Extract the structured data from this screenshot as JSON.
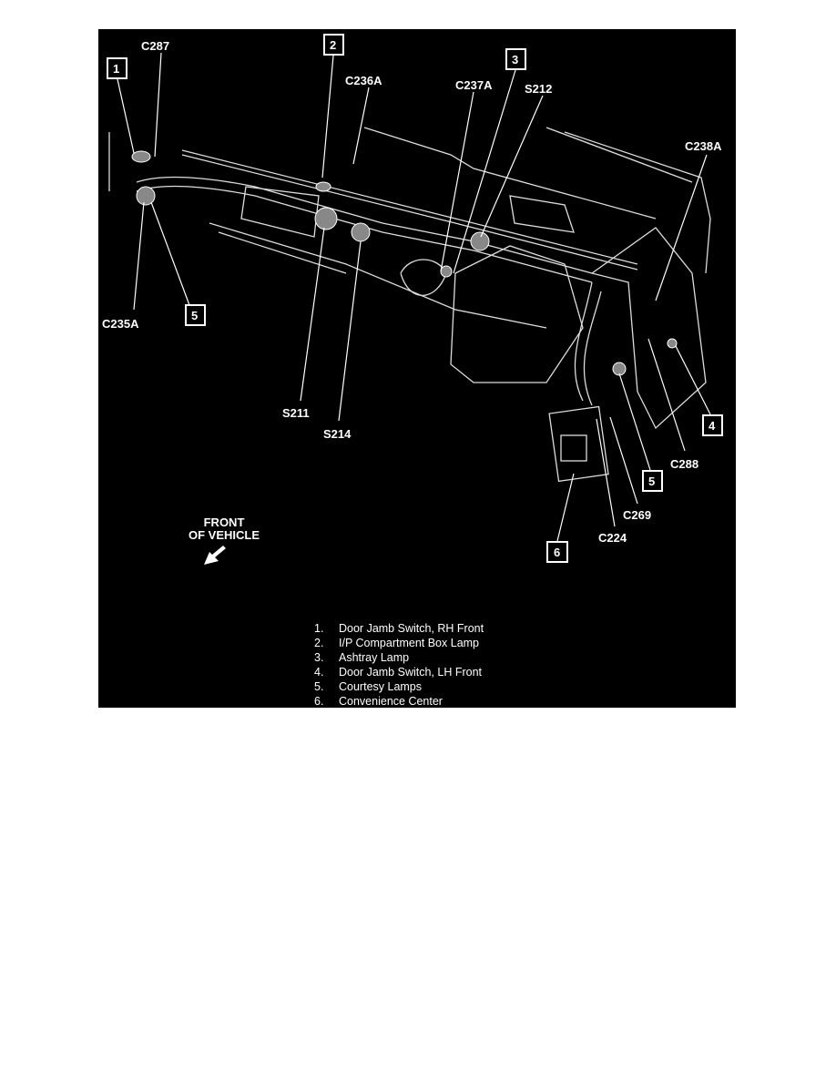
{
  "callouts": {
    "n1": "1",
    "n2": "2",
    "n3": "3",
    "n4": "4",
    "n5a": "5",
    "n5b": "5",
    "n6": "6"
  },
  "connectors": {
    "c287": "C287",
    "c236a": "C236A",
    "c237a": "C237A",
    "s212": "S212",
    "c238a": "C238A",
    "c235a": "C235A",
    "s211": "S211",
    "s214": "S214",
    "c288": "C288",
    "c269": "C269",
    "c224": "C224"
  },
  "orientation": {
    "line1": "FRONT",
    "line2": "OF VEHICLE",
    "icon": "arrow-down-left-icon"
  },
  "legend": [
    {
      "num": "1.",
      "text": "Door Jamb Switch, RH Front"
    },
    {
      "num": "2.",
      "text": "I/P Compartment Box Lamp"
    },
    {
      "num": "3.",
      "text": "Ashtray Lamp"
    },
    {
      "num": "4.",
      "text": "Door Jamb Switch, LH Front"
    },
    {
      "num": "5.",
      "text": "Courtesy Lamps"
    },
    {
      "num": "6.",
      "text": "Convenience Center"
    }
  ],
  "colors": {
    "background": "#000000",
    "ink": "#ffffff"
  }
}
